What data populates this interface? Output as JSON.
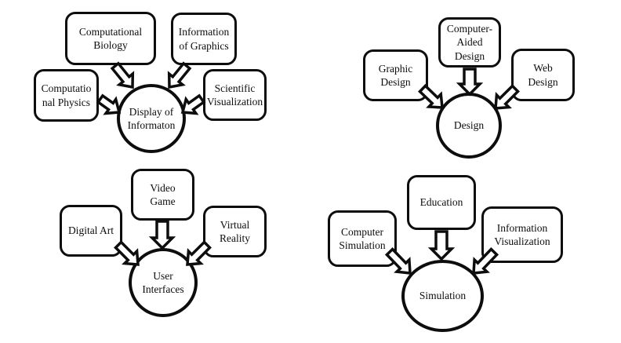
{
  "diagram": {
    "background": "#ffffff",
    "line_color": "#0d0d0d",
    "clusters": [
      {
        "name": "display-of-information",
        "center": {
          "label": "Display of\nInformaton",
          "shape": "circle"
        },
        "satellites": [
          {
            "label": "Computational\nBiology"
          },
          {
            "label": "Information\nof Graphics"
          },
          {
            "label": "Computatio\nnal Physics"
          },
          {
            "label": "Scientific\nVisualization"
          }
        ]
      },
      {
        "name": "design",
        "center": {
          "label": "Design",
          "shape": "circle"
        },
        "satellites": [
          {
            "label": "Computer-\nAided Design"
          },
          {
            "label": "Graphic\nDesign"
          },
          {
            "label": "Web\nDesign"
          }
        ]
      },
      {
        "name": "user-interfaces",
        "center": {
          "label": "User\nInterfaces",
          "shape": "circle"
        },
        "satellites": [
          {
            "label": "Video\nGame"
          },
          {
            "label": "Digital Art"
          },
          {
            "label": "Virtual\nReality"
          }
        ]
      },
      {
        "name": "simulation",
        "center": {
          "label": "Simulation",
          "shape": "ellipse"
        },
        "satellites": [
          {
            "label": "Education"
          },
          {
            "label": "Computer\nSimulation"
          },
          {
            "label": "Information\nVisualization"
          }
        ]
      }
    ]
  }
}
